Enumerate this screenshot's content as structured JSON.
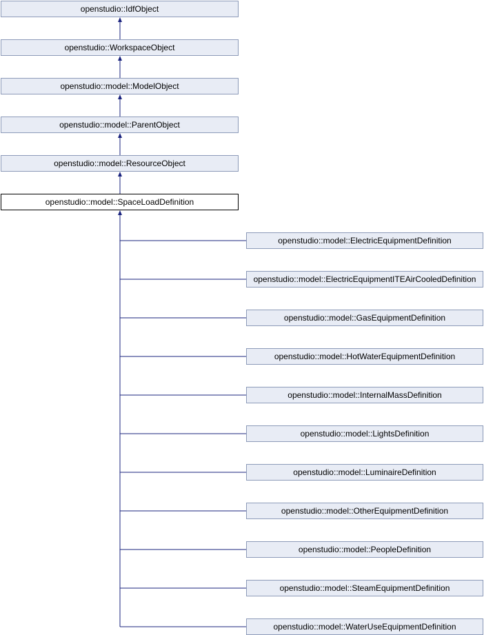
{
  "diagram": {
    "ancestors": [
      "openstudio::IdfObject",
      "openstudio::WorkspaceObject",
      "openstudio::model::ModelObject",
      "openstudio::model::ParentObject",
      "openstudio::model::ResourceObject"
    ],
    "current": "openstudio::model::SpaceLoadDefinition",
    "derived": [
      "openstudio::model::ElectricEquipmentDefinition",
      "openstudio::model::ElectricEquipmentITEAirCooledDefinition",
      "openstudio::model::GasEquipmentDefinition",
      "openstudio::model::HotWaterEquipmentDefinition",
      "openstudio::model::InternalMassDefinition",
      "openstudio::model::LightsDefinition",
      "openstudio::model::LuminaireDefinition",
      "openstudio::model::OtherEquipmentDefinition",
      "openstudio::model::PeopleDefinition",
      "openstudio::model::SteamEquipmentDefinition",
      "openstudio::model::WaterUseEquipmentDefinition"
    ],
    "colors": {
      "edge": "#1a237e",
      "node_fill": "#e8ecf5",
      "node_border": "#8c9ab8",
      "current_fill": "#ffffff",
      "current_border": "#000000"
    }
  }
}
